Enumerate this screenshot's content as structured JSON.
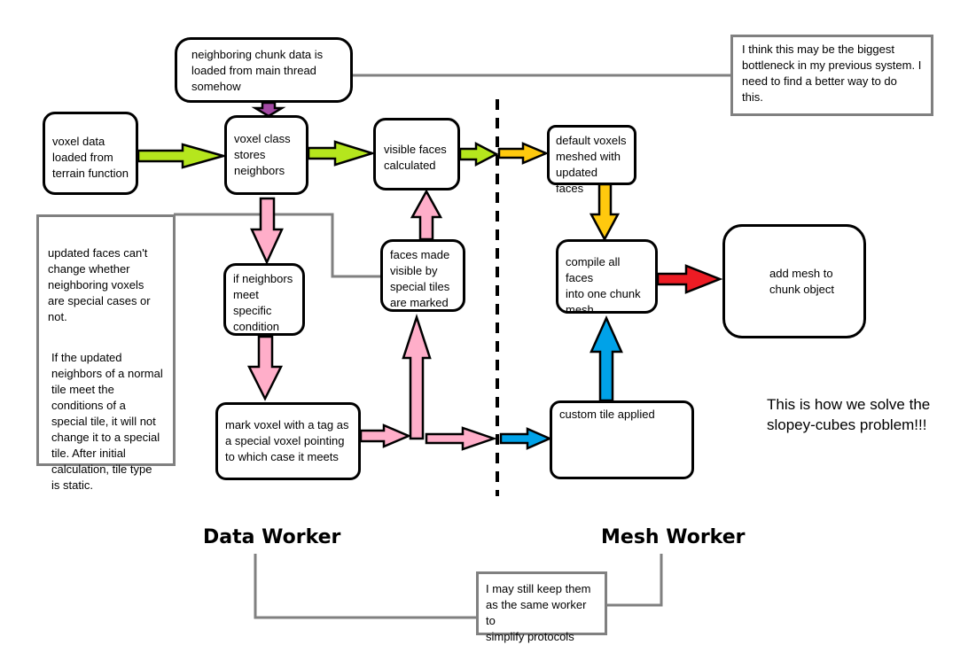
{
  "nodes": {
    "neighbor_data": "neighboring chunk data is\nloaded from main thread\nsomehow",
    "voxel_data": "voxel data\nloaded from\nterrain function",
    "voxel_class": "voxel class\nstores\nneighbors",
    "visible_faces": "visible faces\ncalculated",
    "default_voxels": "default voxels\nmeshed with\nupdated faces",
    "compile_faces": "compile all faces\ninto one chunk\nmesh",
    "add_mesh": "add mesh to\nchunk object",
    "if_neighbors": "if neighbors\nmeet\nspecific\ncondition",
    "faces_made_visible": "faces made\nvisible by\nspecial tiles\nare marked",
    "mark_voxel": "mark voxel with a tag as\na special voxel pointing\nto which case it meets",
    "custom_tile": "custom tile applied"
  },
  "notes": {
    "bottleneck": "I think this may be the biggest\nbottleneck in my previous system. I\nneed to find a better way to do\nthis.",
    "updated_faces_1": "updated faces can't\nchange whether\nneighboring voxels\nare special cases or\nnot.",
    "updated_faces_2": "If the updated\nneighbors of a normal\ntile meet the\nconditions of a\nspecial tile, it will not\nchange it to a special\ntile. After initial\ncalculation, tile type\nis static.",
    "same_worker": "I may still keep them\nas the same worker to\nsimplify protocols"
  },
  "labels": {
    "data_worker": "Data Worker",
    "mesh_worker": "Mesh Worker",
    "slopey": "This is how we solve the\nslopey-cubes problem!!!"
  },
  "colors": {
    "green": "#b5e61d",
    "pink": "#ffaec9",
    "purple": "#a349a4",
    "orange": "#ffc90e",
    "red": "#ed1c24",
    "blue": "#00a2e8",
    "gray": "#808080",
    "tile_gray": "#c3c3c3",
    "arrow_gray": "#7f7f7f"
  },
  "icons": [
    "square-icon",
    "arrow-right-icon",
    "triangle-icon"
  ]
}
